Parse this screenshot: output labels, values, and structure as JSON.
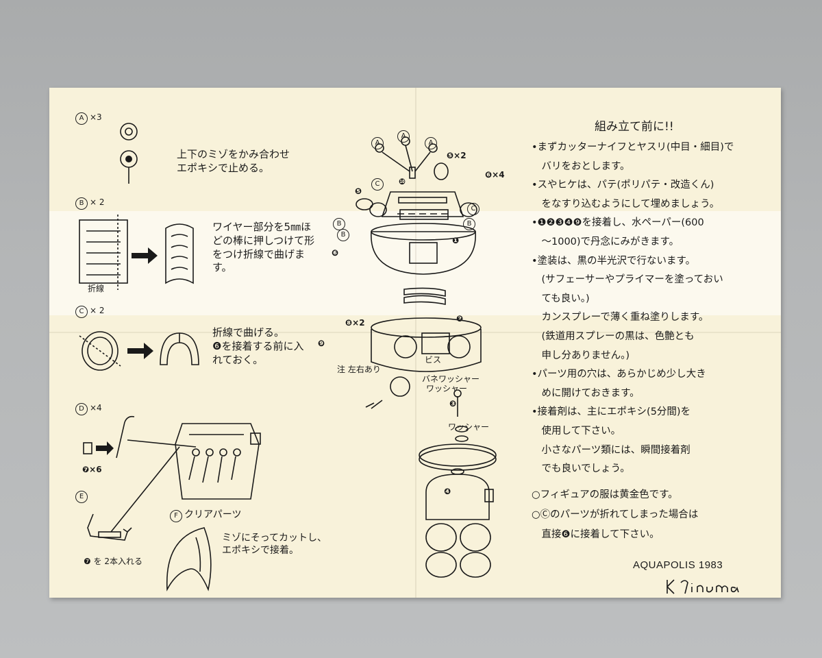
{
  "left": {
    "A": {
      "label": "A",
      "qty": "×3",
      "text": "上下のミゾをかみ合わせ\nエポキシで止める。"
    },
    "B": {
      "label": "B",
      "qty": "× 2",
      "text": "ワイヤー部分を5㎜ほ\nどの棒に押しつけて形\nをつけ折線で曲げま\nす。",
      "fold_label": "折線"
    },
    "C": {
      "label": "C",
      "qty": "× 2",
      "text": "折線で曲げる。\n❻を接着する前に入\nれておく。"
    },
    "D": {
      "label": "D",
      "qty": "×4",
      "sub": "❼×6"
    },
    "E": {
      "label": "E",
      "text": "❼ を 2本入れる"
    },
    "F": {
      "label": "F",
      "title": "クリアパーツ",
      "text": "ミゾにそってカットし、\nエポキシで接着。"
    }
  },
  "center": {
    "callouts": [
      "A",
      "A",
      "A",
      "❺×2",
      "❻×4",
      "❿",
      "❺",
      "C",
      "C",
      "B",
      "B",
      "B",
      "❻",
      "❶",
      "❷",
      "❽×2",
      "❾",
      "注 左右あり",
      "ビス",
      "バネワッシャー",
      "ワッシャー",
      "❸",
      "ワッシャー",
      "❹"
    ]
  },
  "right": {
    "title": "組み立て前に!!",
    "lines": [
      "•まずカッターナイフとヤスリ(中目・細目)で",
      "　バリをおとします。",
      "•スやヒケは、パテ(ポリパテ・改造くん)",
      "　をなすり込むようにして埋めましょう。",
      "•❶❷❸❹❾を接着し、水ペーパー(600",
      "　～1000)で丹念にみがきます。",
      "•塗装は、黒の半光沢で行ないます。",
      "　(サフェーサーやプライマーを塗っておい",
      "　ても良い。)",
      "　カンスプレーで薄く重ね塗りします。",
      "　(鉄道用スプレーの黒は、色艶とも",
      "　申し分ありません。)",
      "•パーツ用の穴は、あらかじめ少し大き",
      "　めに開けておきます。",
      "•接着剤は、主にエポキシ(5分間)を",
      "　使用して下さい。",
      "　小さなパーツ類には、瞬間接着剤",
      "　でも良いでしょう。"
    ],
    "notes": [
      "○フィギュアの服は黄金色です。",
      "○Ⓒのパーツが折れてしまった場合は",
      "　直接❻に接着して下さい。"
    ],
    "credit": "AQUAPOLIS 1983"
  },
  "colors": {
    "paper": "#f8f2da",
    "ink": "#1a1a1a",
    "background": "#b4b6b7"
  }
}
